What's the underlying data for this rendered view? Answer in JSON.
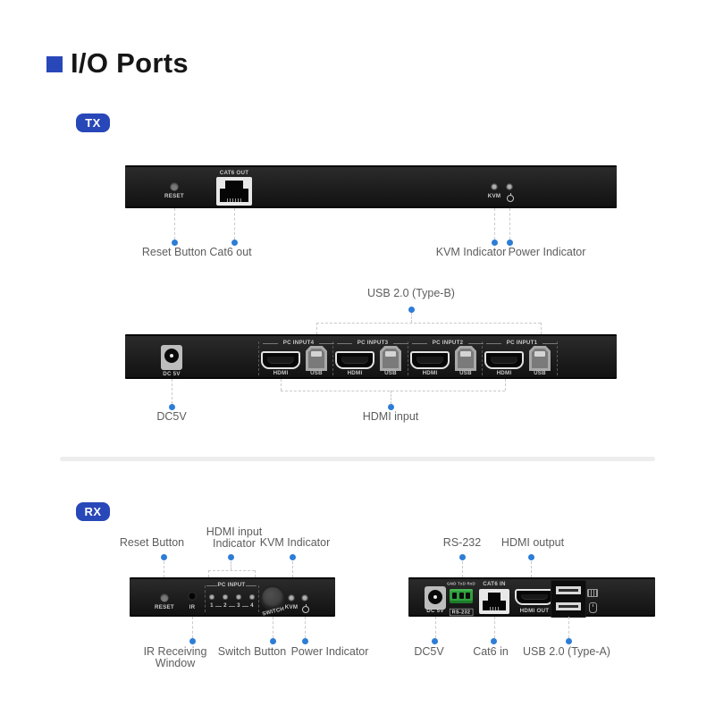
{
  "title": {
    "text": "I/O Ports"
  },
  "colors": {
    "accent_blue": "#2847b8",
    "callout_dot_blue": "#2d7dd6",
    "rs232_green": "#2fa13d",
    "panel_black": "#1d1d1d",
    "divider_gray": "#ededed"
  },
  "icons": {
    "power": "power-symbol",
    "keyboard": "keyboard-icon",
    "mouse": "mouse-icon"
  },
  "tx": {
    "badge": "TX",
    "front_panel": {
      "reset": "RESET",
      "cat6": "CAT6 OUT",
      "kvm": "KVM"
    },
    "front_callouts": {
      "reset": "Reset Button",
      "cat6": "Cat6 out",
      "kvm": "KVM Indicator",
      "power": "Power Indicator"
    },
    "rear_panel": {
      "dc": "DC 5V",
      "groups": [
        {
          "name": "PC INPUT4",
          "hdmi": "HDMI",
          "usb": "USB"
        },
        {
          "name": "PC INPUT3",
          "hdmi": "HDMI",
          "usb": "USB"
        },
        {
          "name": "PC INPUT2",
          "hdmi": "HDMI",
          "usb": "USB"
        },
        {
          "name": "PC INPUT1",
          "hdmi": "HDMI",
          "usb": "USB"
        }
      ]
    },
    "rear_callouts": {
      "usb": "USB 2.0 (Type-B)",
      "dc": "DC5V",
      "hdmi": "HDMI input"
    }
  },
  "rx": {
    "badge": "RX",
    "front_panel": {
      "reset": "RESET",
      "ir": "IR",
      "pc_input": "PC INPUT",
      "leds": [
        "1",
        "2",
        "3",
        "4"
      ],
      "switch": "SWITCH",
      "kvm": "KVM"
    },
    "front_callouts": {
      "reset": "Reset Button",
      "hdmi_line1": "HDMI input",
      "hdmi_line2": "Indicator",
      "kvm": "KVM Indicator",
      "ir_line1": "IR Receiving",
      "ir_line2": "Window",
      "switch": "Switch Button",
      "power": "Power Indicator"
    },
    "rear_panel": {
      "dc": "DC 5V",
      "rs232_pins": "GND TxD RxD",
      "rs232": "RS-232",
      "cat6": "CAT6 IN",
      "hdmi": "HDMI OUT"
    },
    "rear_callouts": {
      "rs232": "RS-232",
      "hdmi": "HDMI output",
      "dc": "DC5V",
      "cat6": "Cat6 in",
      "usb": "USB 2.0 (Type-A)"
    }
  }
}
